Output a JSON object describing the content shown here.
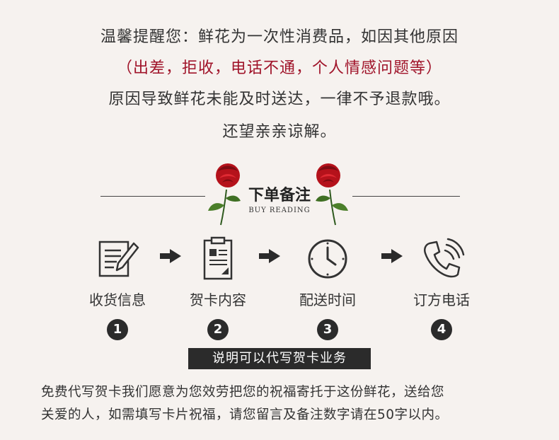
{
  "notice": {
    "line1": "温馨提醒您：鲜花为一次性消费品，如因其他原因",
    "line2": "（出差，拒收，电话不通，个人情感问题等）",
    "line3": "原因导致鲜花未能及时送达，一律不予退款哦。",
    "line4": "还望亲亲谅解。",
    "highlight_color": "#a0142a"
  },
  "section": {
    "title": "下单备注",
    "subtitle": "BUY READING"
  },
  "steps": [
    {
      "label": "收货信息",
      "number": "1",
      "icon": "form-edit-icon"
    },
    {
      "label": "贺卡内容",
      "number": "2",
      "icon": "clipboard-icon"
    },
    {
      "label": "配送时间",
      "number": "3",
      "icon": "clock-icon"
    },
    {
      "label": "订方电话",
      "number": "4",
      "icon": "phone-icon"
    }
  ],
  "banner": "说明可以代写贺卡业务",
  "description": {
    "line1": "免费代写贺卡我们愿意为您效劳把您的祝福寄托于这份鲜花，送给您",
    "line2": "关爱的人，如需填写卡片祝福，请您留言及备注数字请在50字以内。"
  }
}
